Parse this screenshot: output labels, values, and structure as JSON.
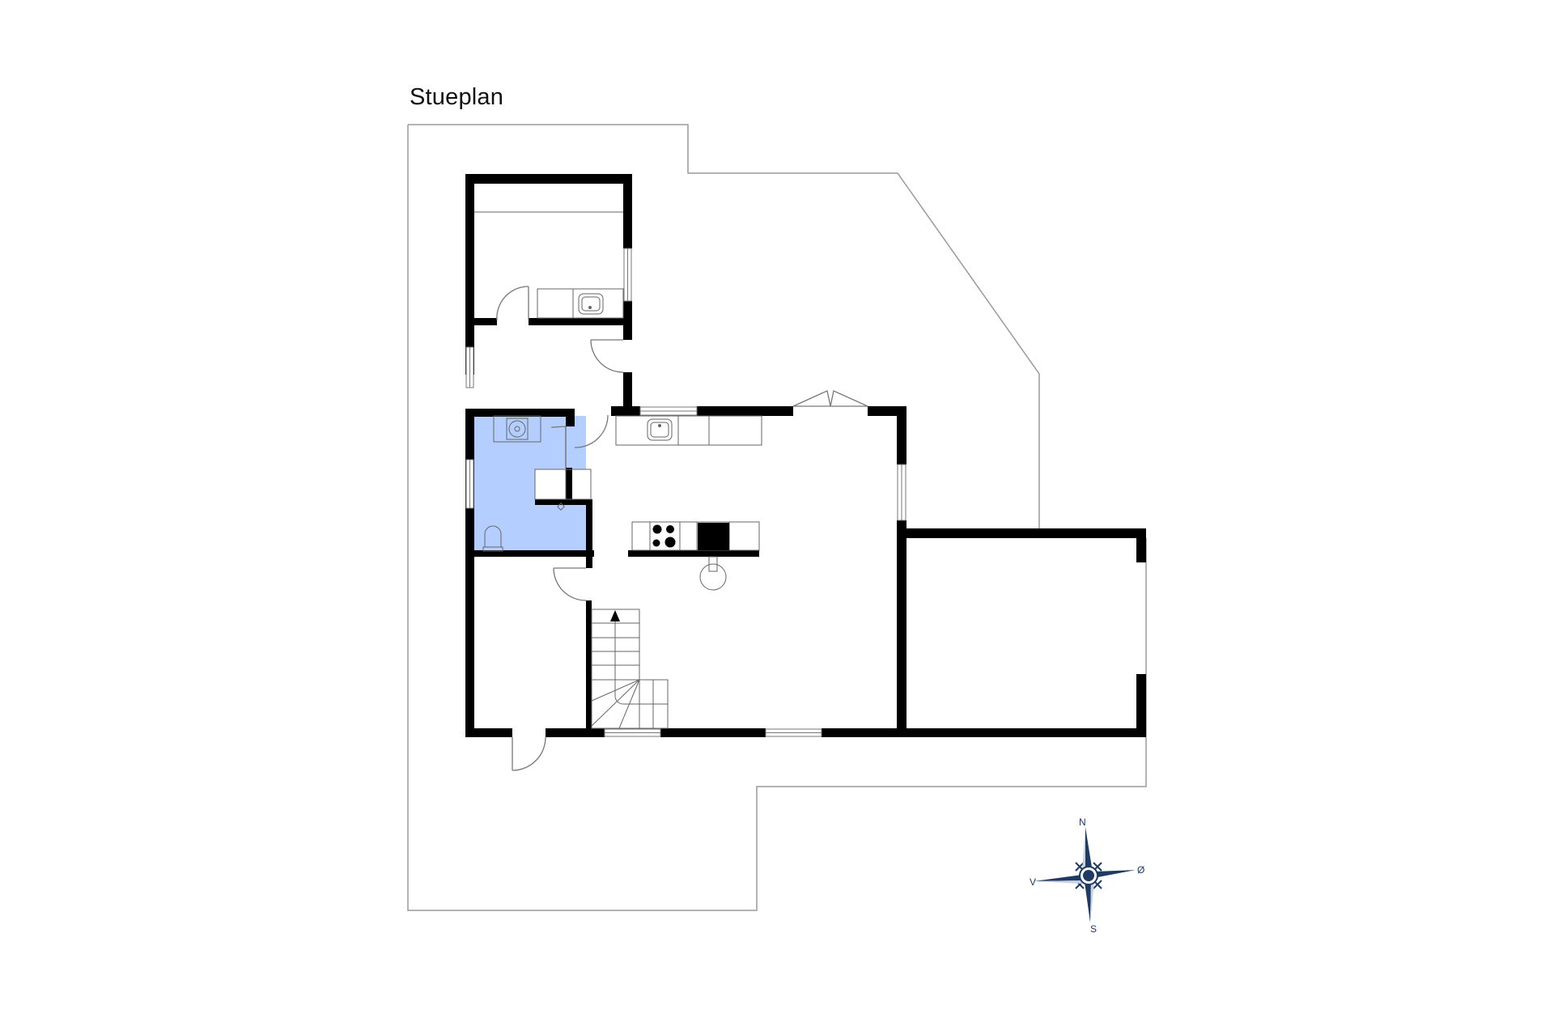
{
  "header": {
    "title": "Stueplan"
  },
  "colors": {
    "wall": "#000000",
    "outline": "#9a9a9a",
    "fixture": "#555555",
    "bathroom_fill": "#b3ceff",
    "compass": "#1f3a63"
  },
  "compass": {
    "north": "N",
    "south": "S",
    "east": "Ø",
    "west": "V"
  },
  "rooms": [
    {
      "id": "top-room",
      "label": ""
    },
    {
      "id": "hall",
      "label": ""
    },
    {
      "id": "bathroom",
      "label": ""
    },
    {
      "id": "kitchen-living",
      "label": ""
    },
    {
      "id": "entry-room",
      "label": ""
    },
    {
      "id": "garage",
      "label": ""
    }
  ],
  "fixtures": {
    "stairs_direction": "up",
    "stove_burners": 4
  }
}
